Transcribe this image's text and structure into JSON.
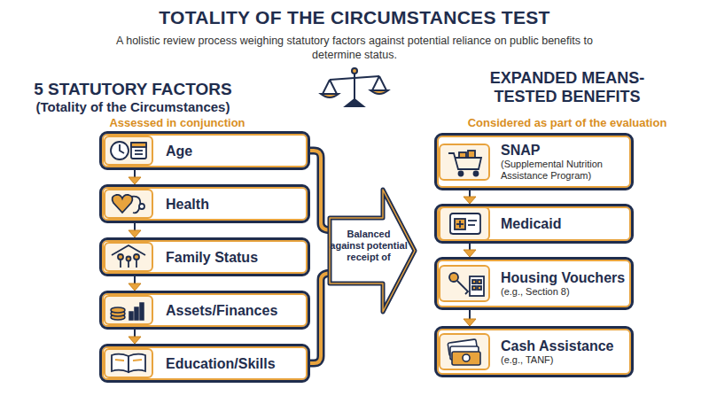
{
  "diagram": {
    "title": "TOTALITY OF THE CIRCUMSTANCES TEST",
    "nodes": [
      {
        "text": [
          "Age"
        ]
      },
      {
        "text": [
          "Health"
        ]
      },
      {
        "text": [
          "Family Status"
        ]
      },
      {
        "text": [
          "Assets/Finances"
        ]
      },
      {
        "text": [
          "Education/Skills"
        ]
      },
      {
        "text": [
          "Balanced against potential receipt of"
        ]
      },
      {
        "text": [
          "SNAP",
          "(Supplemental Nutrition Assistance Program)"
        ]
      },
      {
        "text": [
          "Medicaid"
        ]
      },
      {
        "text": [
          "Housing Vouchers",
          "(e.g., Section 8)"
        ]
      },
      {
        "text": [
          "Cash Assistance",
          "(e.g., TANF)"
        ]
      }
    ],
    "edges": [
      {
        "from": 0,
        "to": 1,
        "arrow": "to"
      },
      {
        "from": 1,
        "to": 2,
        "arrow": "to"
      },
      {
        "from": 2,
        "to": 3,
        "arrow": "to"
      },
      {
        "from": 3,
        "to": 4,
        "arrow": "to"
      },
      {
        "from": 0,
        "to": 5,
        "arrow": "none"
      },
      {
        "from": 4,
        "to": 5,
        "arrow": "none"
      },
      {
        "from": 6,
        "to": 7,
        "arrow": "to"
      },
      {
        "from": 7,
        "to": 8,
        "arrow": "to"
      },
      {
        "from": 8,
        "to": 9,
        "arrow": "to"
      }
    ],
    "labels": [
      "A holistic review process weighing statutory factors against potential reliance on public benefits to determine status.",
      "5 STATUTORY FACTORS",
      "(Totality of the Circumstances)",
      "Assessed in conjunction",
      "EXPANDED MEANS-TESTED BENEFITS",
      "Considered as part of the evaluation"
    ]
  }
}
